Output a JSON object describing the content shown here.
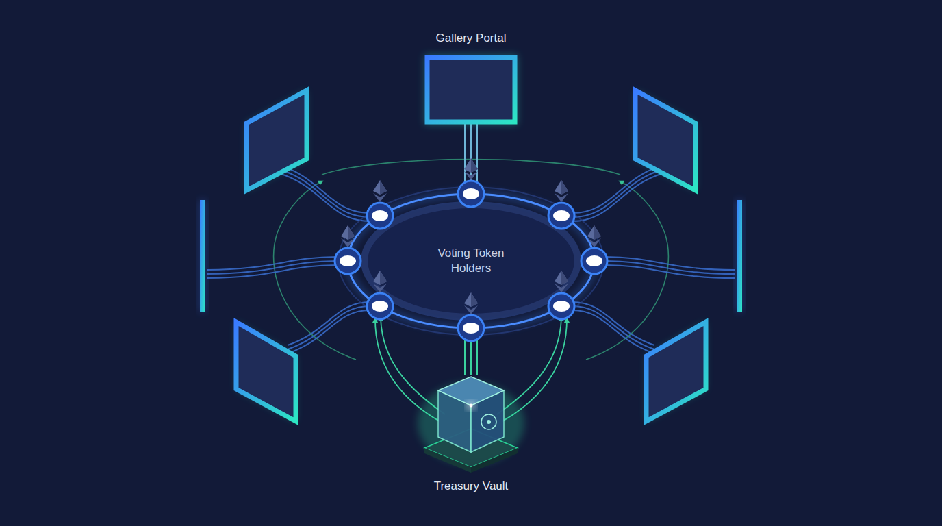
{
  "diagram": {
    "nodes": [
      {
        "text": [
          "Gallery Portal"
        ]
      },
      {
        "text": [
          "Voting Token Holders"
        ]
      },
      {
        "text": [
          "Treasury Vault"
        ]
      }
    ],
    "edges": [
      {
        "from": 0,
        "to": 1,
        "arrow": "none"
      },
      {
        "from": 2,
        "to": 1,
        "arrow": "to"
      }
    ]
  }
}
